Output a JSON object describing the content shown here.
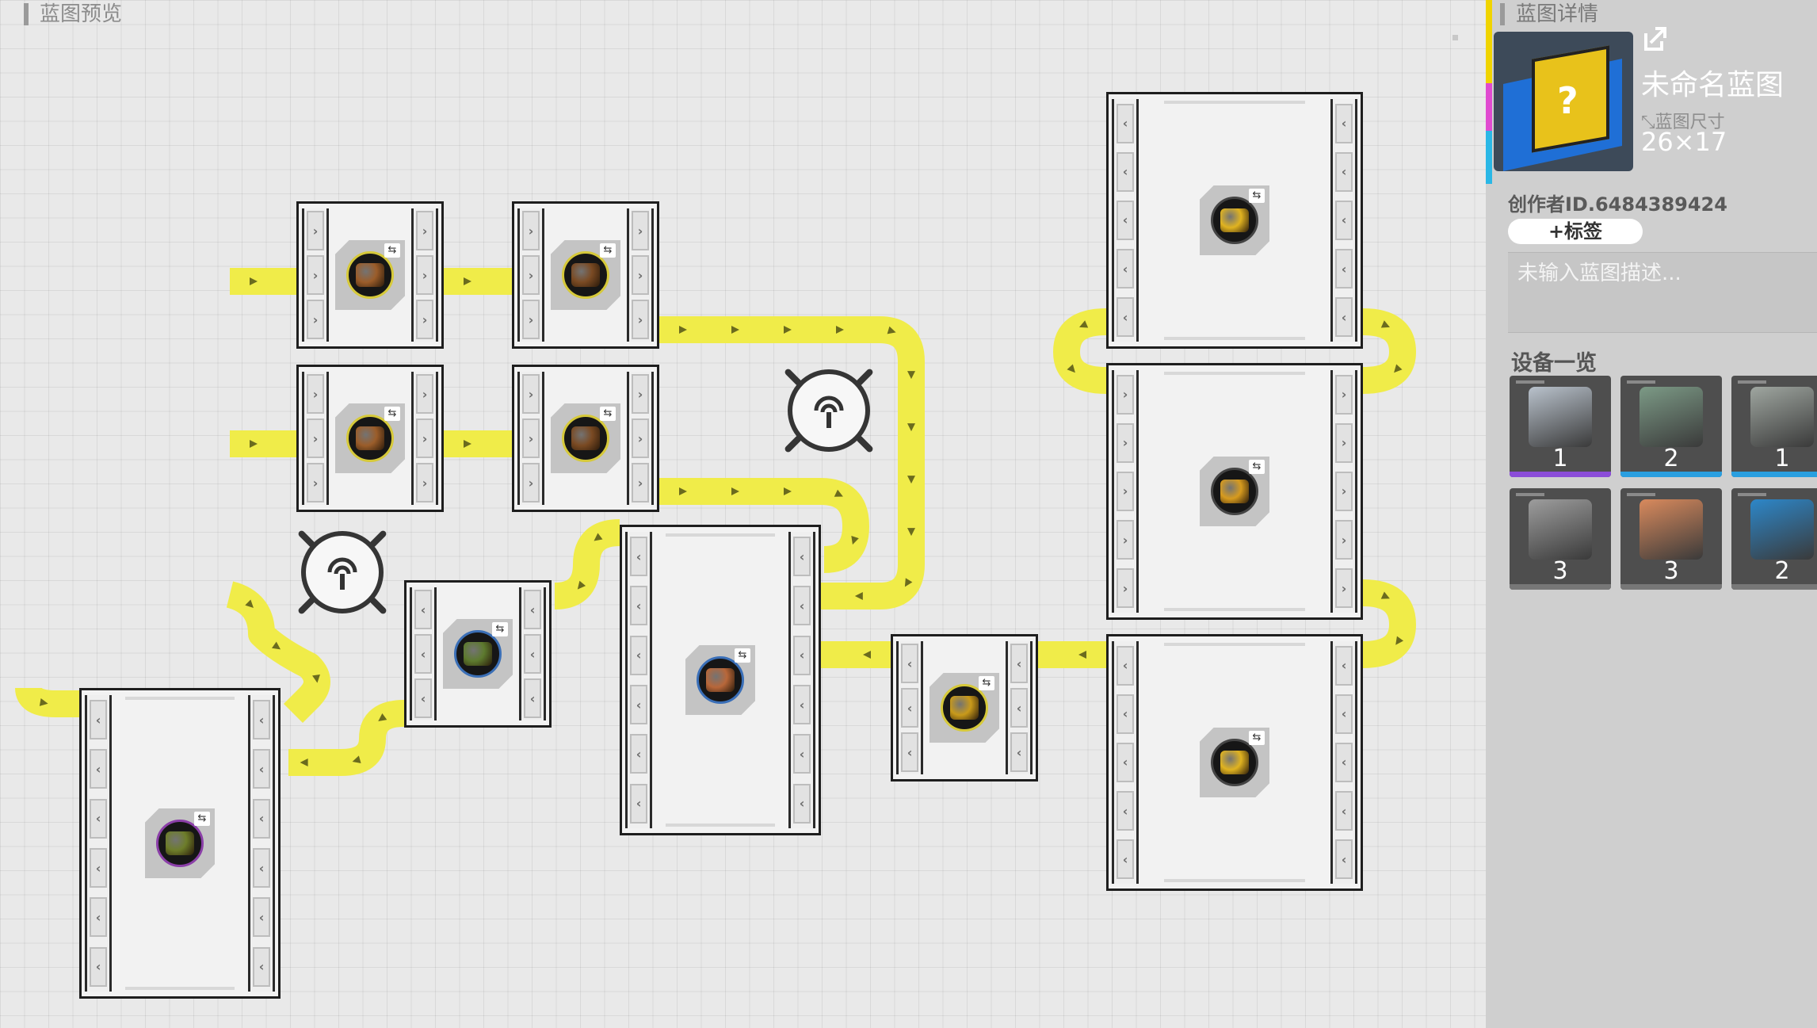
{
  "preview": {
    "title": "蓝图预览"
  },
  "panel": {
    "title": "蓝图详情",
    "blueprint_name": "未命名蓝图",
    "size_label": "蓝图尺寸",
    "size_value": "26×17",
    "creator": "创作者ID.6484389424",
    "tag_button": "+标签",
    "description_placeholder": "未输入蓝图描述...",
    "devices_heading": "设备一览",
    "devices": [
      {
        "name": "storage-device",
        "count": "1",
        "bar_color": "#8b4dd8",
        "art_color": "#b9c2cc"
      },
      {
        "name": "fabricator-device",
        "count": "2",
        "bar_color": "#2a9fe0",
        "art_color": "#7c9a86"
      },
      {
        "name": "planter-device",
        "count": "1",
        "bar_color": "#2a9fe0",
        "art_color": "#9fa6a0"
      },
      {
        "name": "refinery-device",
        "count": "3",
        "bar_color": "#777777",
        "art_color": "#9d9d9d"
      },
      {
        "name": "kiln-device",
        "count": "3",
        "bar_color": "#777777",
        "art_color": "#d98a5d"
      },
      {
        "name": "relay-device",
        "count": "2",
        "bar_color": "#777777",
        "art_color": "#2d87c9"
      }
    ],
    "accent_colors": [
      "#f0d400",
      "#e04ad0",
      "#2ab7e6"
    ]
  },
  "canvas": {
    "belt_color": "#f0ec49",
    "machines": [
      {
        "id": "m1",
        "type": "small",
        "item": "amber-chunk",
        "item_color": "#9b5d2a",
        "ring": "#d6c93a"
      },
      {
        "id": "m2",
        "type": "small",
        "item": "amber-chunk",
        "item_color": "#7a4a23",
        "ring": "#d6c93a"
      },
      {
        "id": "m3",
        "type": "small",
        "item": "amber-chunk",
        "item_color": "#9b5d2a",
        "ring": "#d6c93a"
      },
      {
        "id": "m4",
        "type": "small",
        "item": "amber-chunk",
        "item_color": "#7a4a23",
        "ring": "#d6c93a"
      },
      {
        "id": "m5",
        "type": "small",
        "item": "green-plate",
        "item_color": "#5d7a2e",
        "ring": "#3b6fb6"
      },
      {
        "id": "m6",
        "type": "large",
        "item": "copper-cube",
        "item_color": "#b8673a",
        "ring": "#3a6fb8"
      },
      {
        "id": "m7",
        "type": "small",
        "item": "gold-shard",
        "item_color": "#c99a1a",
        "ring": "#d6c93a"
      },
      {
        "id": "m8",
        "type": "large",
        "item": "moss-block",
        "item_color": "#6d7d2a",
        "ring": "#8b3fa8"
      },
      {
        "id": "m9",
        "type": "large",
        "item": "gold-crystal",
        "item_color": "#e0b320",
        "ring": "#444444"
      },
      {
        "id": "m10",
        "type": "large",
        "item": "gold-crystal",
        "item_color": "#d79b1e",
        "ring": "#444444"
      },
      {
        "id": "m11",
        "type": "large",
        "item": "gold-crystal",
        "item_color": "#e0b320",
        "ring": "#444444"
      }
    ],
    "pylons": [
      {
        "id": "p1",
        "icon": "signal-tower-icon"
      },
      {
        "id": "p2",
        "icon": "signal-tower-icon"
      }
    ]
  }
}
